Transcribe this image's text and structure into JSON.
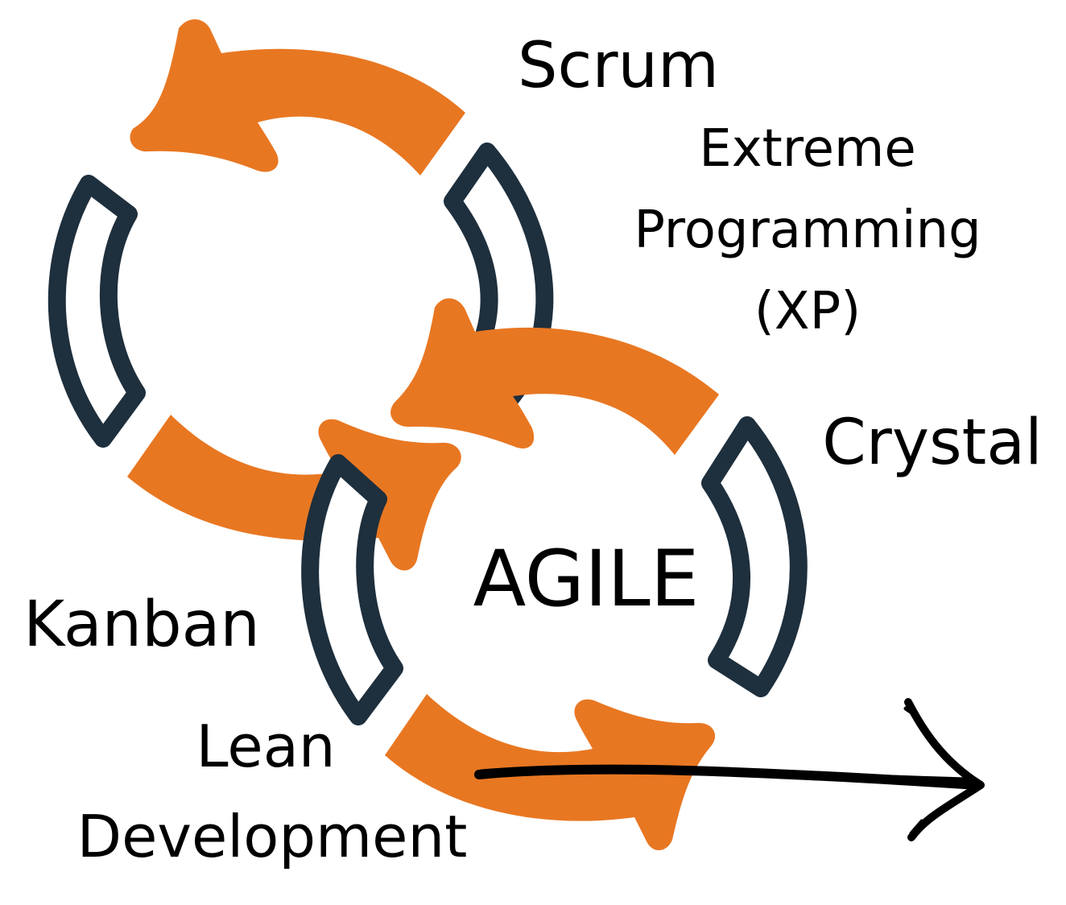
{
  "center_label": "AGILE",
  "methodologies": {
    "scrum": "Scrum",
    "xp_line1": "Extreme",
    "xp_line2": "Programming",
    "xp_line3": "(XP)",
    "crystal": "Crystal",
    "kanban": "Kanban",
    "lean_line1": "Lean",
    "lean_line2": "Development"
  },
  "colors": {
    "arrow_orange": "#E87722",
    "outline_navy": "#1E2F3D",
    "text": "#000000",
    "background": "#FFFFFF"
  },
  "icons": [
    "cycle-arrow-icon",
    "hand-drawn-arrow-icon"
  ]
}
